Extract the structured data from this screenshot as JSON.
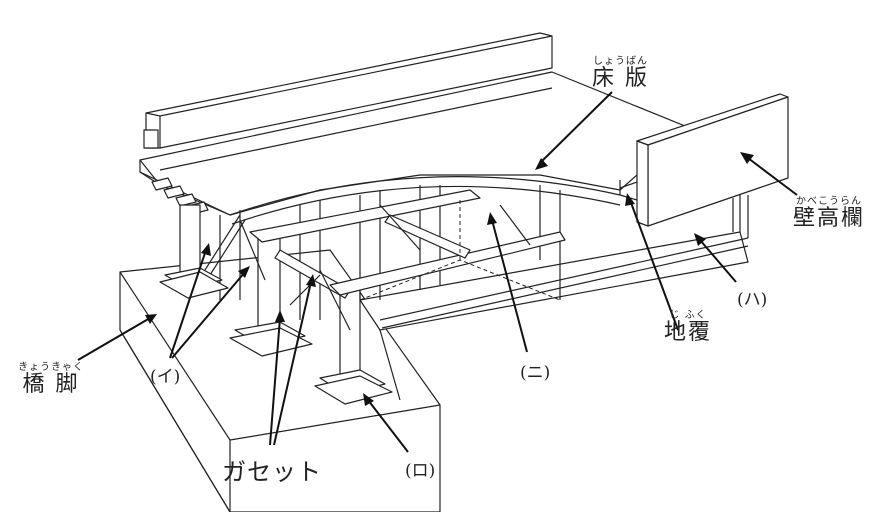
{
  "diagram": {
    "subject": "bridge structure cross-section",
    "labels": {
      "deck_slab": {
        "ruby": "しょうばん",
        "text": "床 版"
      },
      "parapet_wall": {
        "ruby": "かべこうらん",
        "text": "壁高欄"
      },
      "pier": {
        "ruby": "きょうきゃく",
        "text": "橋 脚"
      },
      "curb": {
        "ruby": "じ ふく",
        "text": "地覆"
      },
      "gusset": {
        "text": "ガセット"
      },
      "marker_i": {
        "text": "(イ)"
      },
      "marker_ro": {
        "text": "(ロ)"
      },
      "marker_ha": {
        "text": "(ハ)"
      },
      "marker_ni": {
        "text": "(ニ)"
      }
    },
    "colors": {
      "line": "#222222",
      "background": "#ffffff"
    }
  }
}
